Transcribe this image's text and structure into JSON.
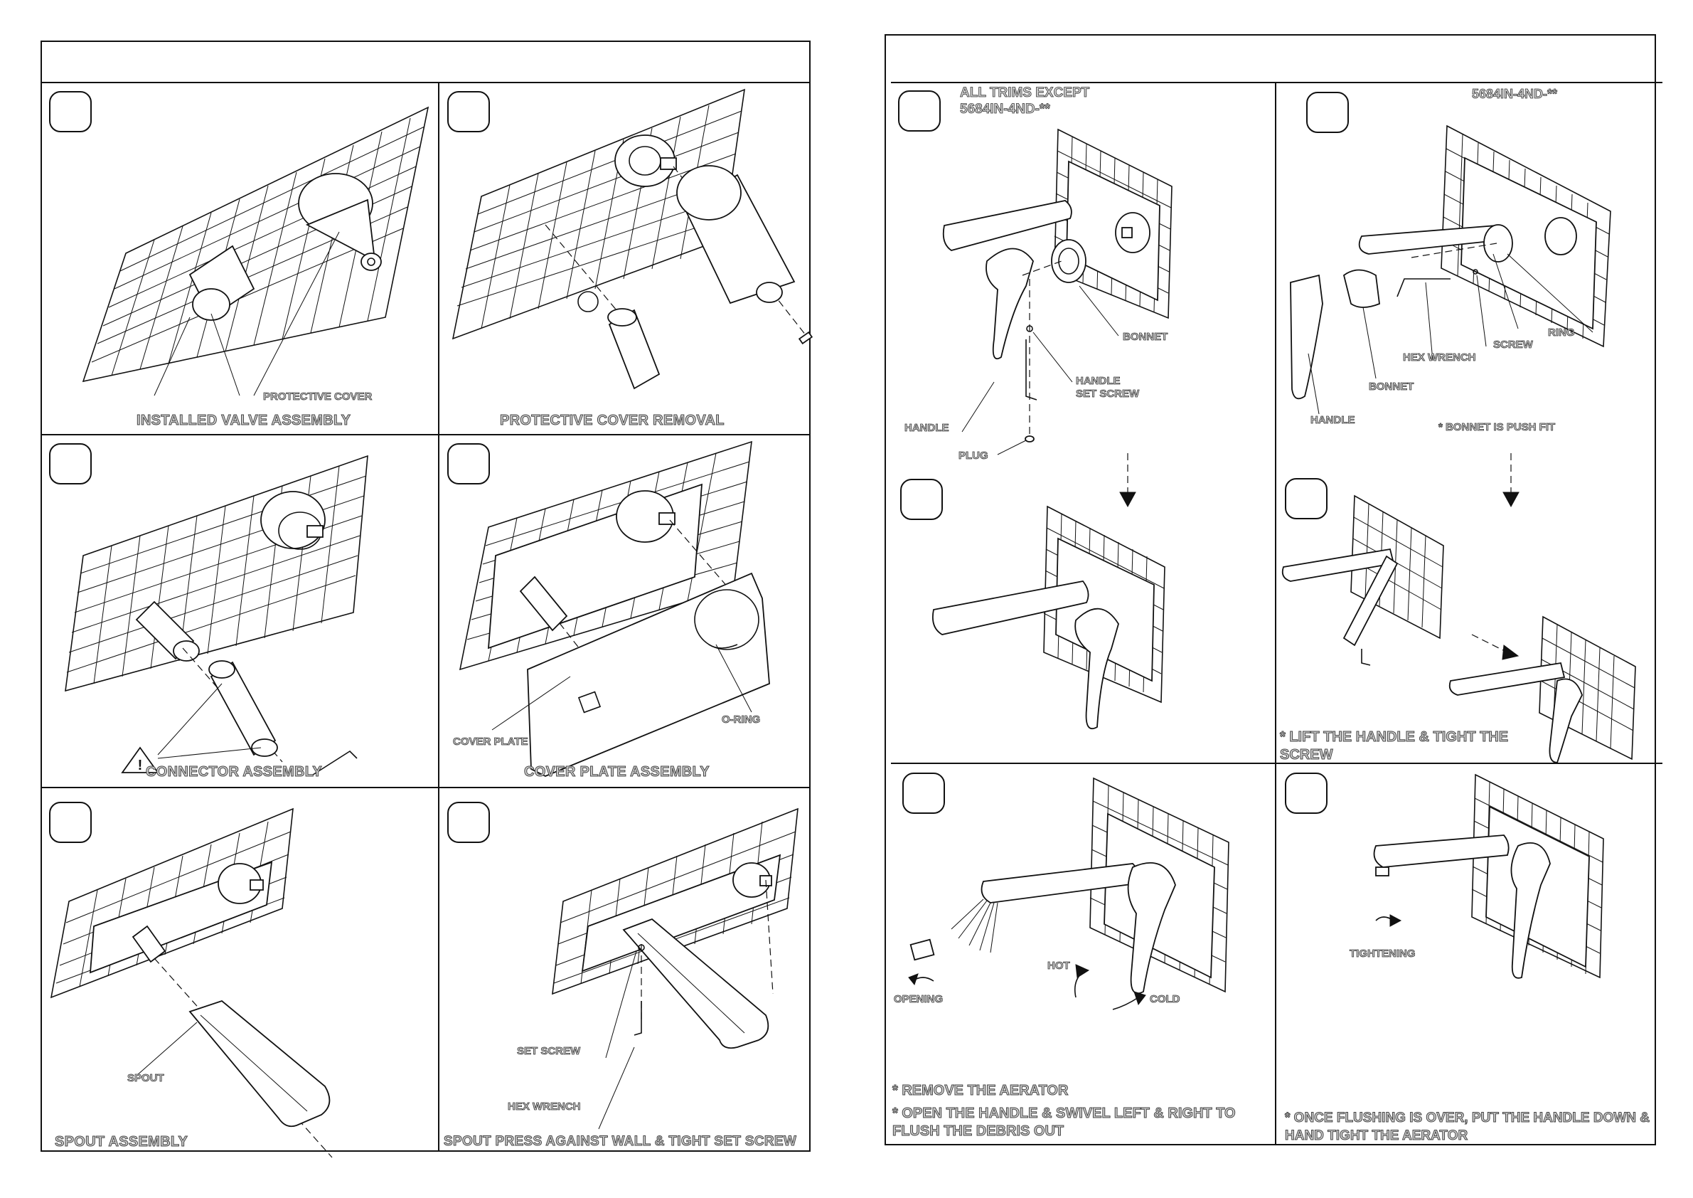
{
  "left_sheet": {
    "panels": [
      {
        "caption": "INSTALLED VALVE ASSEMBLY",
        "callouts": [
          "PROTECTIVE COVER"
        ]
      },
      {
        "caption": "PROTECTIVE COVER REMOVAL",
        "callouts": []
      },
      {
        "caption": "CONNECTOR ASSEMBLY",
        "callouts": []
      },
      {
        "caption": "COVER PLATE ASSEMBLY",
        "callouts": [
          "COVER PLATE",
          "O-RING"
        ]
      },
      {
        "caption": "SPOUT ASSEMBLY",
        "callouts": [
          "SPOUT"
        ]
      },
      {
        "caption": "SPOUT PRESS AGAINST WALL & TIGHT SET SCREW",
        "callouts": [
          "SET SCREW",
          "HEX WRENCH"
        ]
      }
    ]
  },
  "right_sheet": {
    "panel_a": {
      "heading_line1": "ALL TRIMS EXCEPT",
      "heading_line2": "5684IN-4ND-**",
      "callouts": [
        "BONNET",
        "HANDLE",
        "SET SCREW",
        "HANDLE",
        "PLUG"
      ]
    },
    "panel_b": {
      "heading": "5684IN-4ND-**",
      "callouts": [
        "RING",
        "SCREW",
        "HEX WRENCH",
        "BONNET",
        "HANDLE"
      ],
      "note": "* BONNET IS PUSH FIT",
      "lower_note": "* LIFT THE HANDLE & TIGHT THE SCREW"
    },
    "panel_c": {
      "callouts": [
        "OPENING",
        "HOT",
        "COLD"
      ],
      "note_1": "* REMOVE THE AERATOR",
      "note_2": "* OPEN THE HANDLE & SWIVEL LEFT & RIGHT TO FLUSH THE DEBRIS OUT"
    },
    "panel_d": {
      "callouts": [
        "TIGHTENING"
      ],
      "note": "* ONCE FLUSHING IS OVER, PUT THE HANDLE DOWN & HAND TIGHT THE AERATOR"
    }
  },
  "symbols": {
    "warning": "!"
  }
}
